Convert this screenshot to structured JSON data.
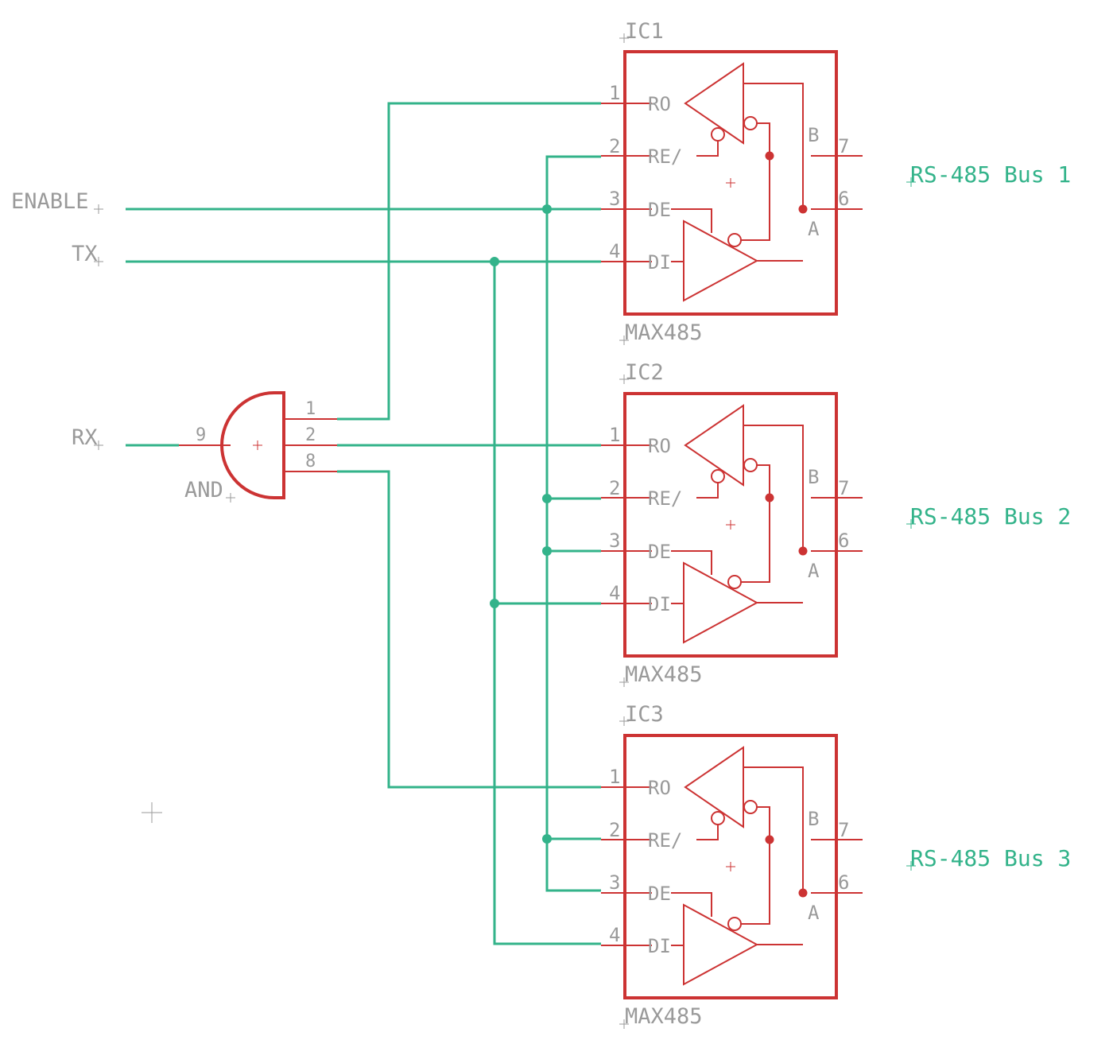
{
  "net_labels": {
    "enable": "ENABLE",
    "tx": "TX",
    "rx": "RX"
  },
  "and_gate": {
    "name": "AND",
    "pin_in": "9",
    "pin_out1": "1",
    "pin_out2": "2",
    "pin_out3": "8"
  },
  "ics": [
    {
      "name": "IC1",
      "value": "MAX485",
      "bus_label": "RS-485 Bus 1",
      "pins": {
        "p1": "1",
        "p2": "2",
        "p3": "3",
        "p4": "4",
        "p7": "7",
        "p6": "6"
      },
      "pin_names": {
        "ro": "RO",
        "re": "RE/",
        "de": "DE",
        "di": "DI",
        "b": "B",
        "a": "A"
      }
    },
    {
      "name": "IC2",
      "value": "MAX485",
      "bus_label": "RS-485 Bus 2",
      "pins": {
        "p1": "1",
        "p2": "2",
        "p3": "3",
        "p4": "4",
        "p7": "7",
        "p6": "6"
      },
      "pin_names": {
        "ro": "RO",
        "re": "RE/",
        "de": "DE",
        "di": "DI",
        "b": "B",
        "a": "A"
      }
    },
    {
      "name": "IC3",
      "value": "MAX485",
      "bus_label": "RS-485 Bus 3",
      "pins": {
        "p1": "1",
        "p2": "2",
        "p3": "3",
        "p4": "4",
        "p7": "7",
        "p6": "6"
      },
      "pin_names": {
        "ro": "RO",
        "re": "RE/",
        "de": "DE",
        "di": "DI",
        "b": "B",
        "a": "A"
      }
    }
  ],
  "colors": {
    "component": "#cc3333",
    "wire": "#33b38a",
    "text": "#9a9a9a"
  }
}
